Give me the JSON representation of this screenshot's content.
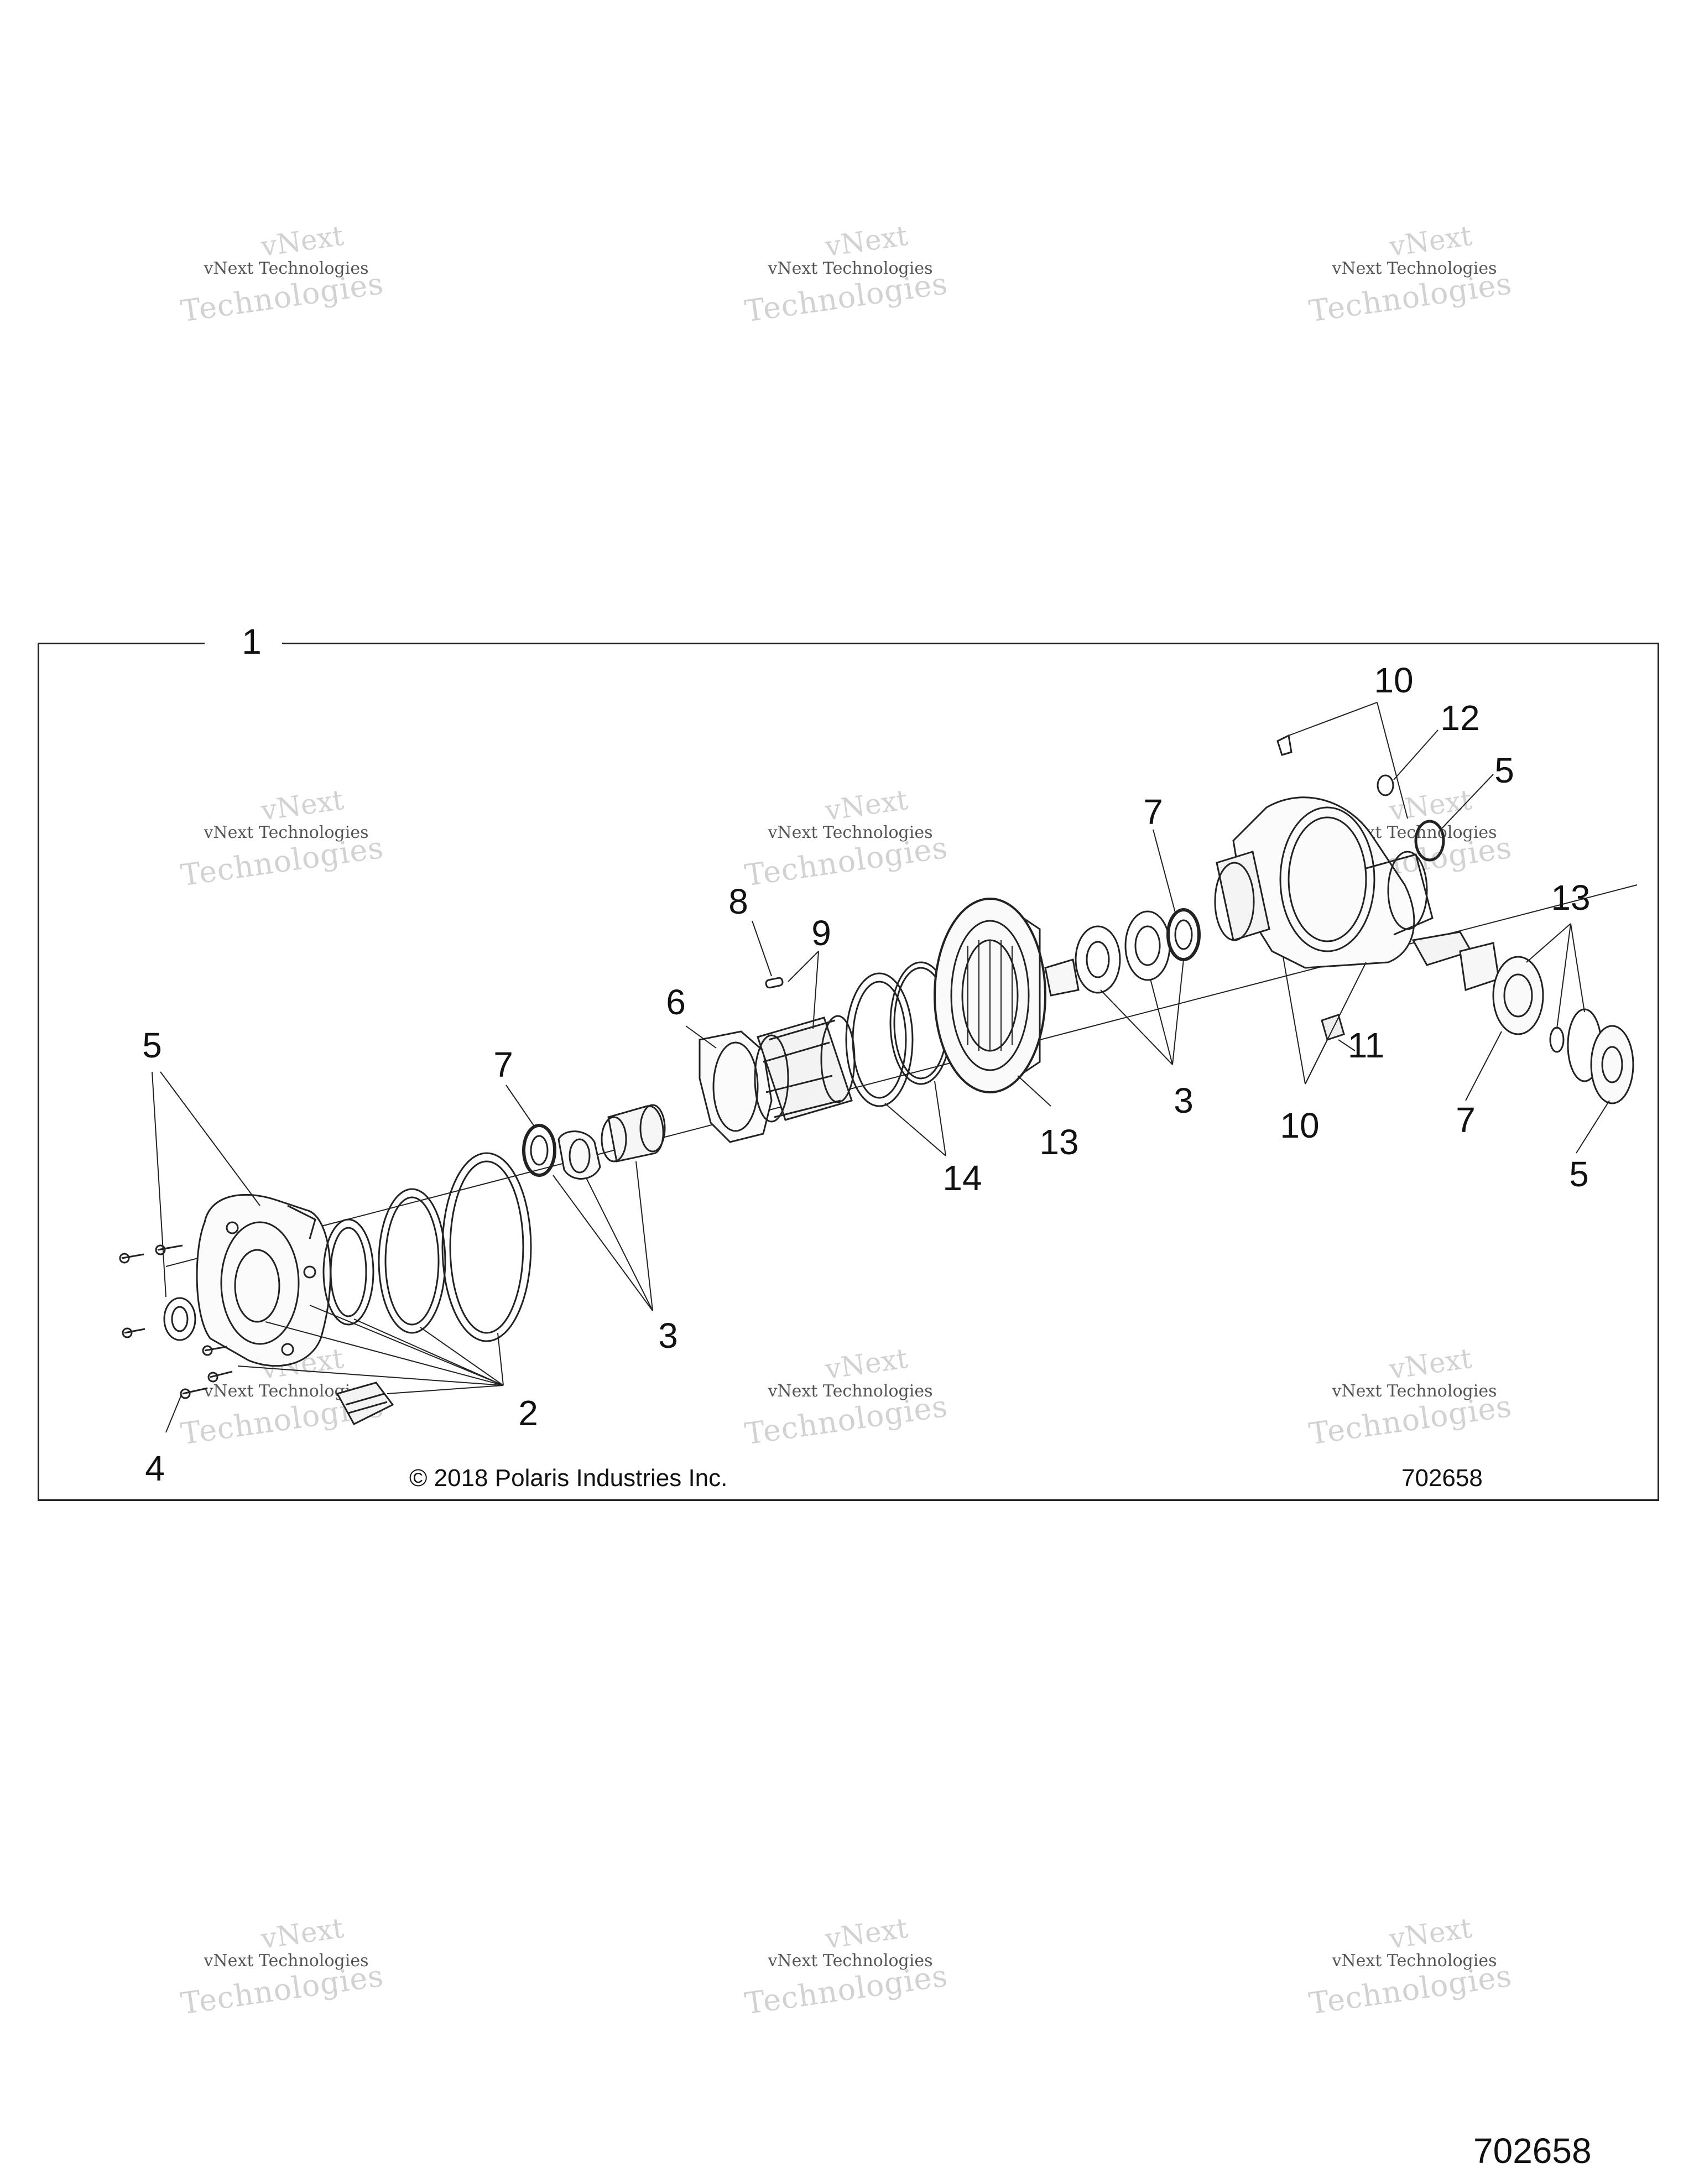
{
  "diagram_number": "702658",
  "copyright": "© 2018 Polaris Industries Inc.",
  "footer_number": "702658",
  "watermark": {
    "line_small": "vNext Technologies",
    "line_large": "Technologies",
    "line_top": "vNext"
  },
  "callouts": {
    "c1": "1",
    "c2": "2",
    "c3a": "3",
    "c3b": "3",
    "c4": "4",
    "c5a": "5",
    "c5b": "5",
    "c5c": "5",
    "c6": "6",
    "c7a": "7",
    "c7b": "7",
    "c7c": "7",
    "c8": "8",
    "c9": "9",
    "c10a": "10",
    "c10b": "10",
    "c11": "11",
    "c12": "12",
    "c13a": "13",
    "c13b": "13",
    "c14": "14"
  }
}
